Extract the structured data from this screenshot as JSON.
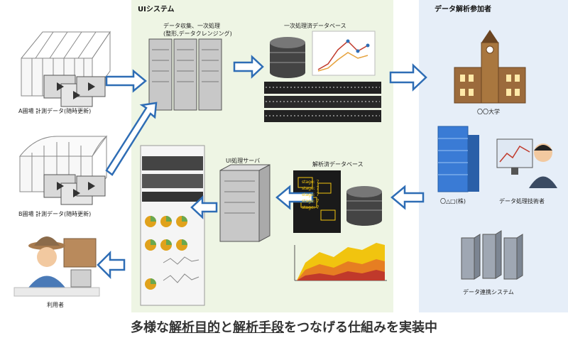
{
  "ui_system": {
    "title": "UIシステム"
  },
  "analysts": {
    "title": "データ解析参加者"
  },
  "nodes": {
    "collect": {
      "label1": "データ収集、一次処理",
      "label2": "(整形,データクレンジング)"
    },
    "primary_db": {
      "label": "一次処理済データベース"
    },
    "farm_a": {
      "label": "A圃場 計測データ(随時更新)"
    },
    "farm_b": {
      "label": "B圃場 計測データ(随時更新)"
    },
    "ui_server": {
      "label": "UI処理サーバ"
    },
    "analyzed_db": {
      "label": "解析済データベース"
    },
    "user": {
      "label": "利用者"
    },
    "university": {
      "label": "〇〇大学"
    },
    "company": {
      "label": "〇△□(株)"
    },
    "engineer": {
      "label": "データ処理技術者"
    },
    "linkage": {
      "label": "データ連携システム"
    }
  },
  "detect_tags": [
    "stage: 7",
    "stage: 7",
    "stage: 7",
    "stage: 7",
    "stage: 7"
  ],
  "footer": {
    "pre": "多様な",
    "hl1": "解析目的",
    "mid": "と",
    "hl2": "解析手段",
    "post": "をつなげる仕組みを実装中"
  },
  "colors": {
    "arrow": "#2e6db5",
    "ui_bg": "#eef5e4",
    "analyst_bg": "#e6eef8"
  }
}
